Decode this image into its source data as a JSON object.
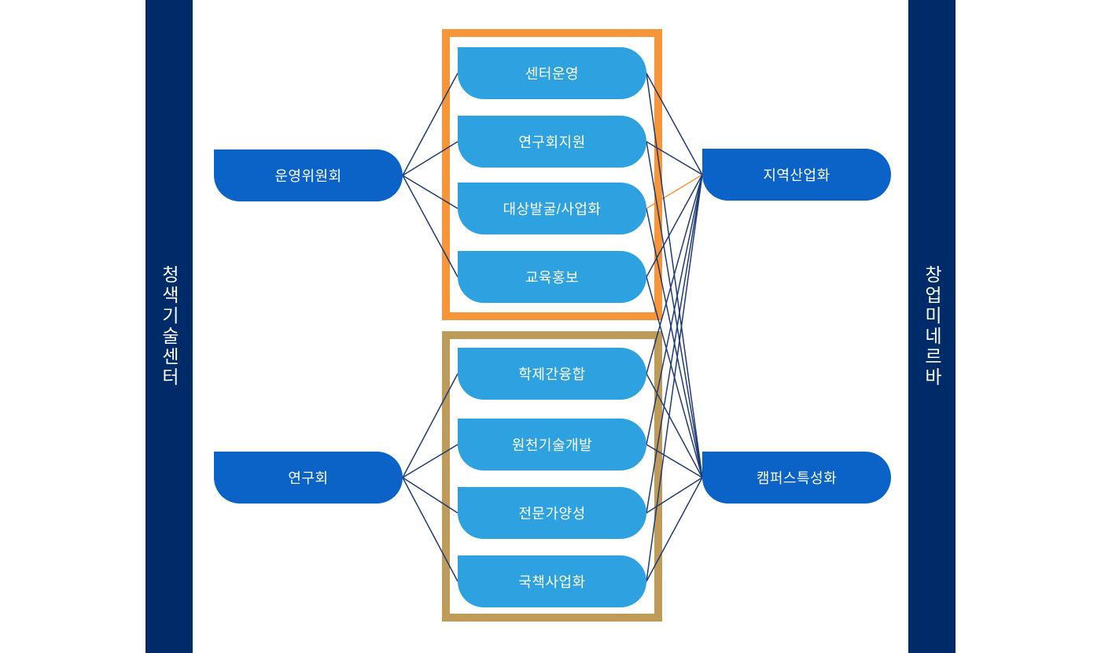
{
  "sidebars": {
    "left": {
      "label": "청색기술센터"
    },
    "right": {
      "label": "창업미네르바"
    }
  },
  "diagram": {
    "left_nodes": [
      {
        "id": "steering",
        "label": "운영위원회"
      },
      {
        "id": "research-group",
        "label": "연구회"
      }
    ],
    "right_nodes": [
      {
        "id": "regional",
        "label": "지역산업화"
      },
      {
        "id": "campus",
        "label": "캠퍼스특성화"
      }
    ],
    "groups": [
      {
        "id": "operations",
        "border_color": "#f7953a",
        "items": [
          {
            "id": "center-ops",
            "label": "센터운영"
          },
          {
            "id": "research-support",
            "label": "연구회지원"
          },
          {
            "id": "discovery",
            "label": "대상발굴/사업화"
          },
          {
            "id": "education",
            "label": "교육홍보"
          }
        ]
      },
      {
        "id": "research",
        "border_color": "#bf9b5a",
        "items": [
          {
            "id": "interdisciplinary",
            "label": "학제간융합"
          },
          {
            "id": "core-tech",
            "label": "원천기술개발"
          },
          {
            "id": "experts",
            "label": "전문가양성"
          },
          {
            "id": "national",
            "label": "국책사업화"
          }
        ]
      }
    ],
    "edges": [
      {
        "from": "steering",
        "to": "center-ops",
        "color": "navy"
      },
      {
        "from": "steering",
        "to": "research-support",
        "color": "navy"
      },
      {
        "from": "steering",
        "to": "discovery",
        "color": "navy"
      },
      {
        "from": "steering",
        "to": "education",
        "color": "navy"
      },
      {
        "from": "research-group",
        "to": "interdisciplinary",
        "color": "navy"
      },
      {
        "from": "research-group",
        "to": "core-tech",
        "color": "navy"
      },
      {
        "from": "research-group",
        "to": "experts",
        "color": "navy"
      },
      {
        "from": "research-group",
        "to": "national",
        "color": "navy"
      },
      {
        "from": "center-ops",
        "to": "regional",
        "color": "navy"
      },
      {
        "from": "research-support",
        "to": "regional",
        "color": "navy"
      },
      {
        "from": "discovery",
        "to": "regional",
        "color": "orange"
      },
      {
        "from": "education",
        "to": "regional",
        "color": "navy"
      },
      {
        "from": "interdisciplinary",
        "to": "regional",
        "color": "navy"
      },
      {
        "from": "core-tech",
        "to": "regional",
        "color": "navy"
      },
      {
        "from": "experts",
        "to": "regional",
        "color": "navy"
      },
      {
        "from": "national",
        "to": "regional",
        "color": "navy"
      },
      {
        "from": "center-ops",
        "to": "campus",
        "color": "navy"
      },
      {
        "from": "research-support",
        "to": "campus",
        "color": "navy"
      },
      {
        "from": "discovery",
        "to": "campus",
        "color": "navy"
      },
      {
        "from": "education",
        "to": "campus",
        "color": "navy"
      },
      {
        "from": "interdisciplinary",
        "to": "campus",
        "color": "navy"
      },
      {
        "from": "core-tech",
        "to": "campus",
        "color": "navy"
      },
      {
        "from": "experts",
        "to": "campus",
        "color": "navy"
      },
      {
        "from": "national",
        "to": "campus",
        "color": "navy"
      }
    ],
    "colors": {
      "sidebar": "#002b69",
      "node_dark": "#0b62c7",
      "node_light": "#2ea2e0",
      "line_navy": "#1e3a77",
      "line_orange": "#f7953a",
      "group_operations_border": "#f7953a",
      "group_research_border": "#bf9b5a"
    }
  }
}
